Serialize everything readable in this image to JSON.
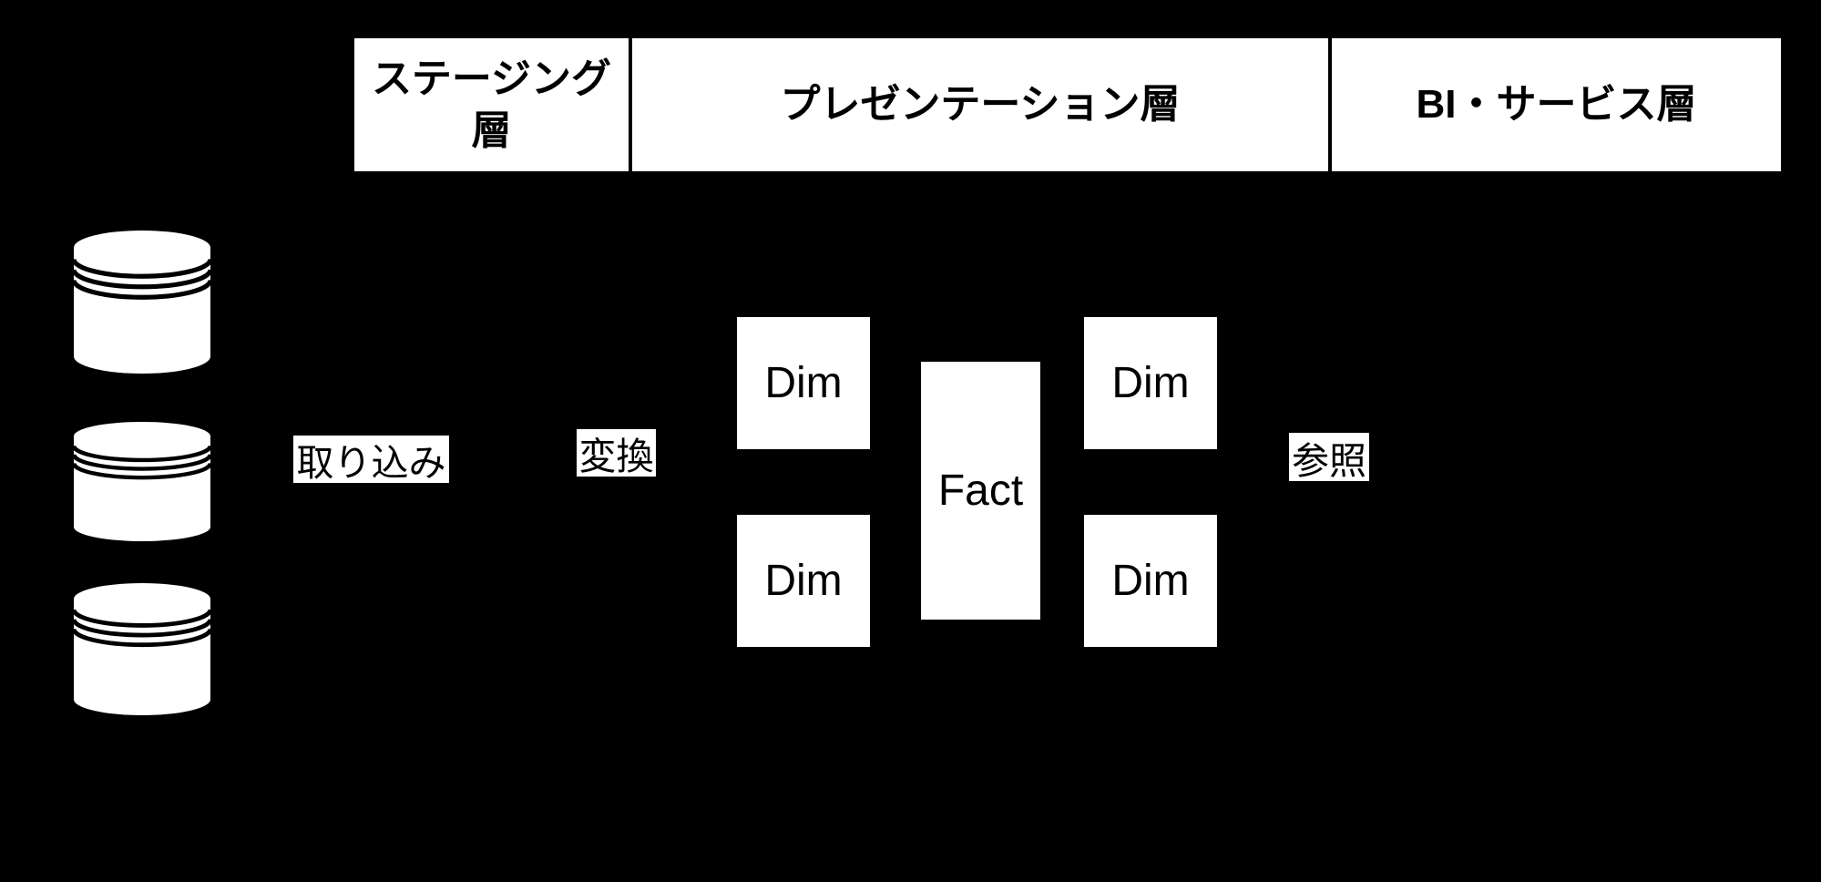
{
  "colors": {
    "background": "#000000",
    "box_fill": "#ffffff",
    "box_border": "#000000",
    "text": "#000000"
  },
  "layers": {
    "staging": {
      "label": "ステージング層",
      "line1": "ステージング",
      "line2": "層"
    },
    "presentation": {
      "label": "プレゼンテーション層"
    },
    "bi_service": {
      "label": "BI・サービス層"
    }
  },
  "sources": {
    "icon": "database-cylinder-icon",
    "count": 3
  },
  "flows": {
    "ingest": {
      "label": "取り込み"
    },
    "transform": {
      "label": "変換"
    },
    "reference": {
      "label": "参照"
    }
  },
  "star_schema": {
    "fact": {
      "label": "Fact"
    },
    "dims": [
      {
        "label": "Dim"
      },
      {
        "label": "Dim"
      },
      {
        "label": "Dim"
      },
      {
        "label": "Dim"
      }
    ]
  }
}
